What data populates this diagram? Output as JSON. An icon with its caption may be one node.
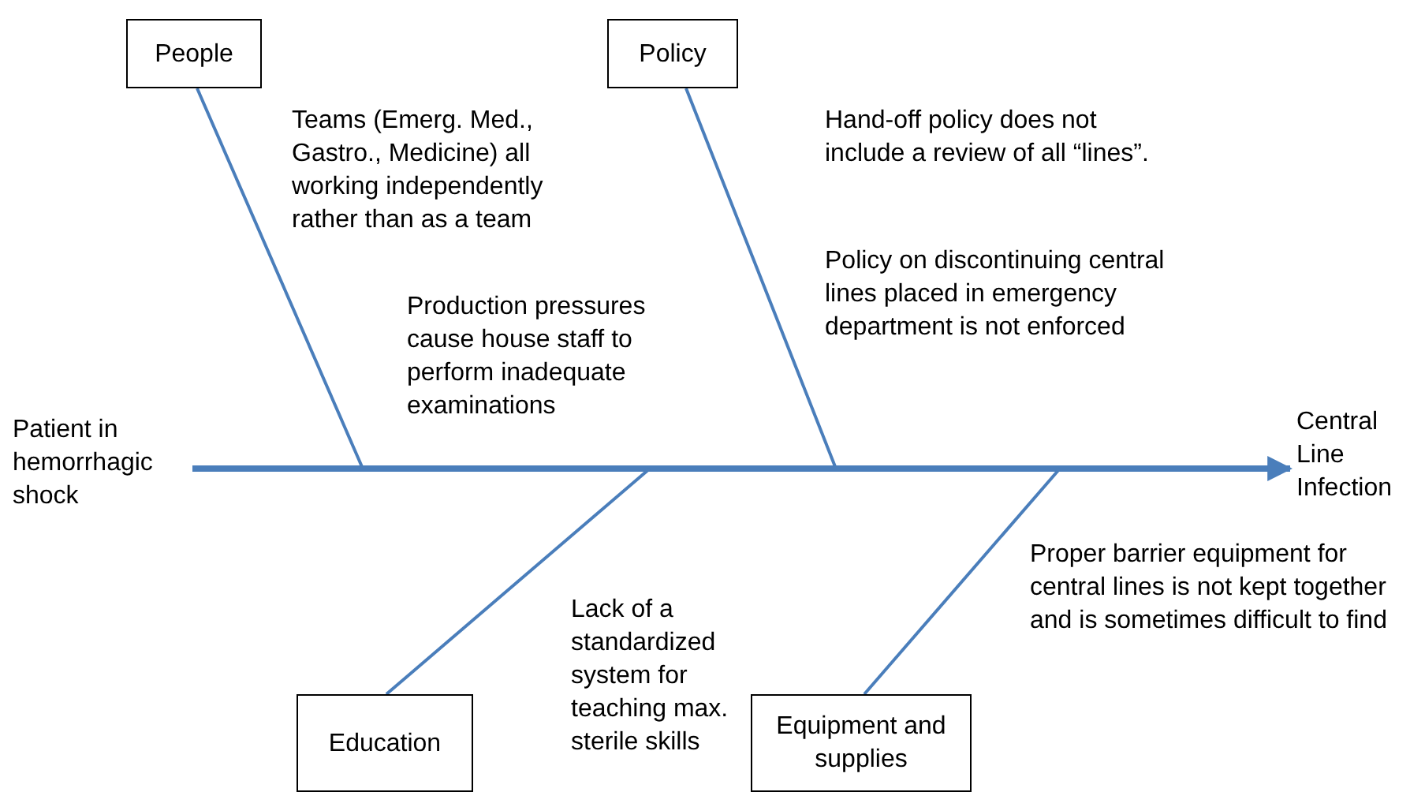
{
  "diagram": {
    "nodes": [
      {
        "text": [
          "People"
        ]
      },
      {
        "text": [
          "Policy"
        ]
      },
      {
        "text": [
          "Education"
        ]
      },
      {
        "text": [
          "Equipment and supplies"
        ]
      },
      {
        "text": [
          "Patient in hemorrhagic shock"
        ]
      },
      {
        "text": [
          "Central Line Infection"
        ]
      }
    ],
    "edges": [
      {
        "from": 4,
        "to": 5,
        "arrow": "to",
        "style": "thick"
      },
      {
        "from": 0,
        "to": null,
        "arrow": "none"
      },
      {
        "from": 1,
        "to": null,
        "arrow": "none"
      },
      {
        "from": 2,
        "to": null,
        "arrow": "none"
      },
      {
        "from": 3,
        "to": null,
        "arrow": "none"
      }
    ],
    "labels": [
      "Teams (Emerg. Med., Gastro., Medicine) all working independently rather than as a team",
      "Production pressures cause house staff to perform inadequate examinations",
      "Hand-off policy does not include a review of all “lines”.",
      "Policy on discontinuing central lines placed in emergency department is not enforced",
      "Lack of a standardized system for teaching max. sterile skills",
      "Proper barrier equipment for central lines is not kept together and is sometimes difficult to find"
    ]
  }
}
